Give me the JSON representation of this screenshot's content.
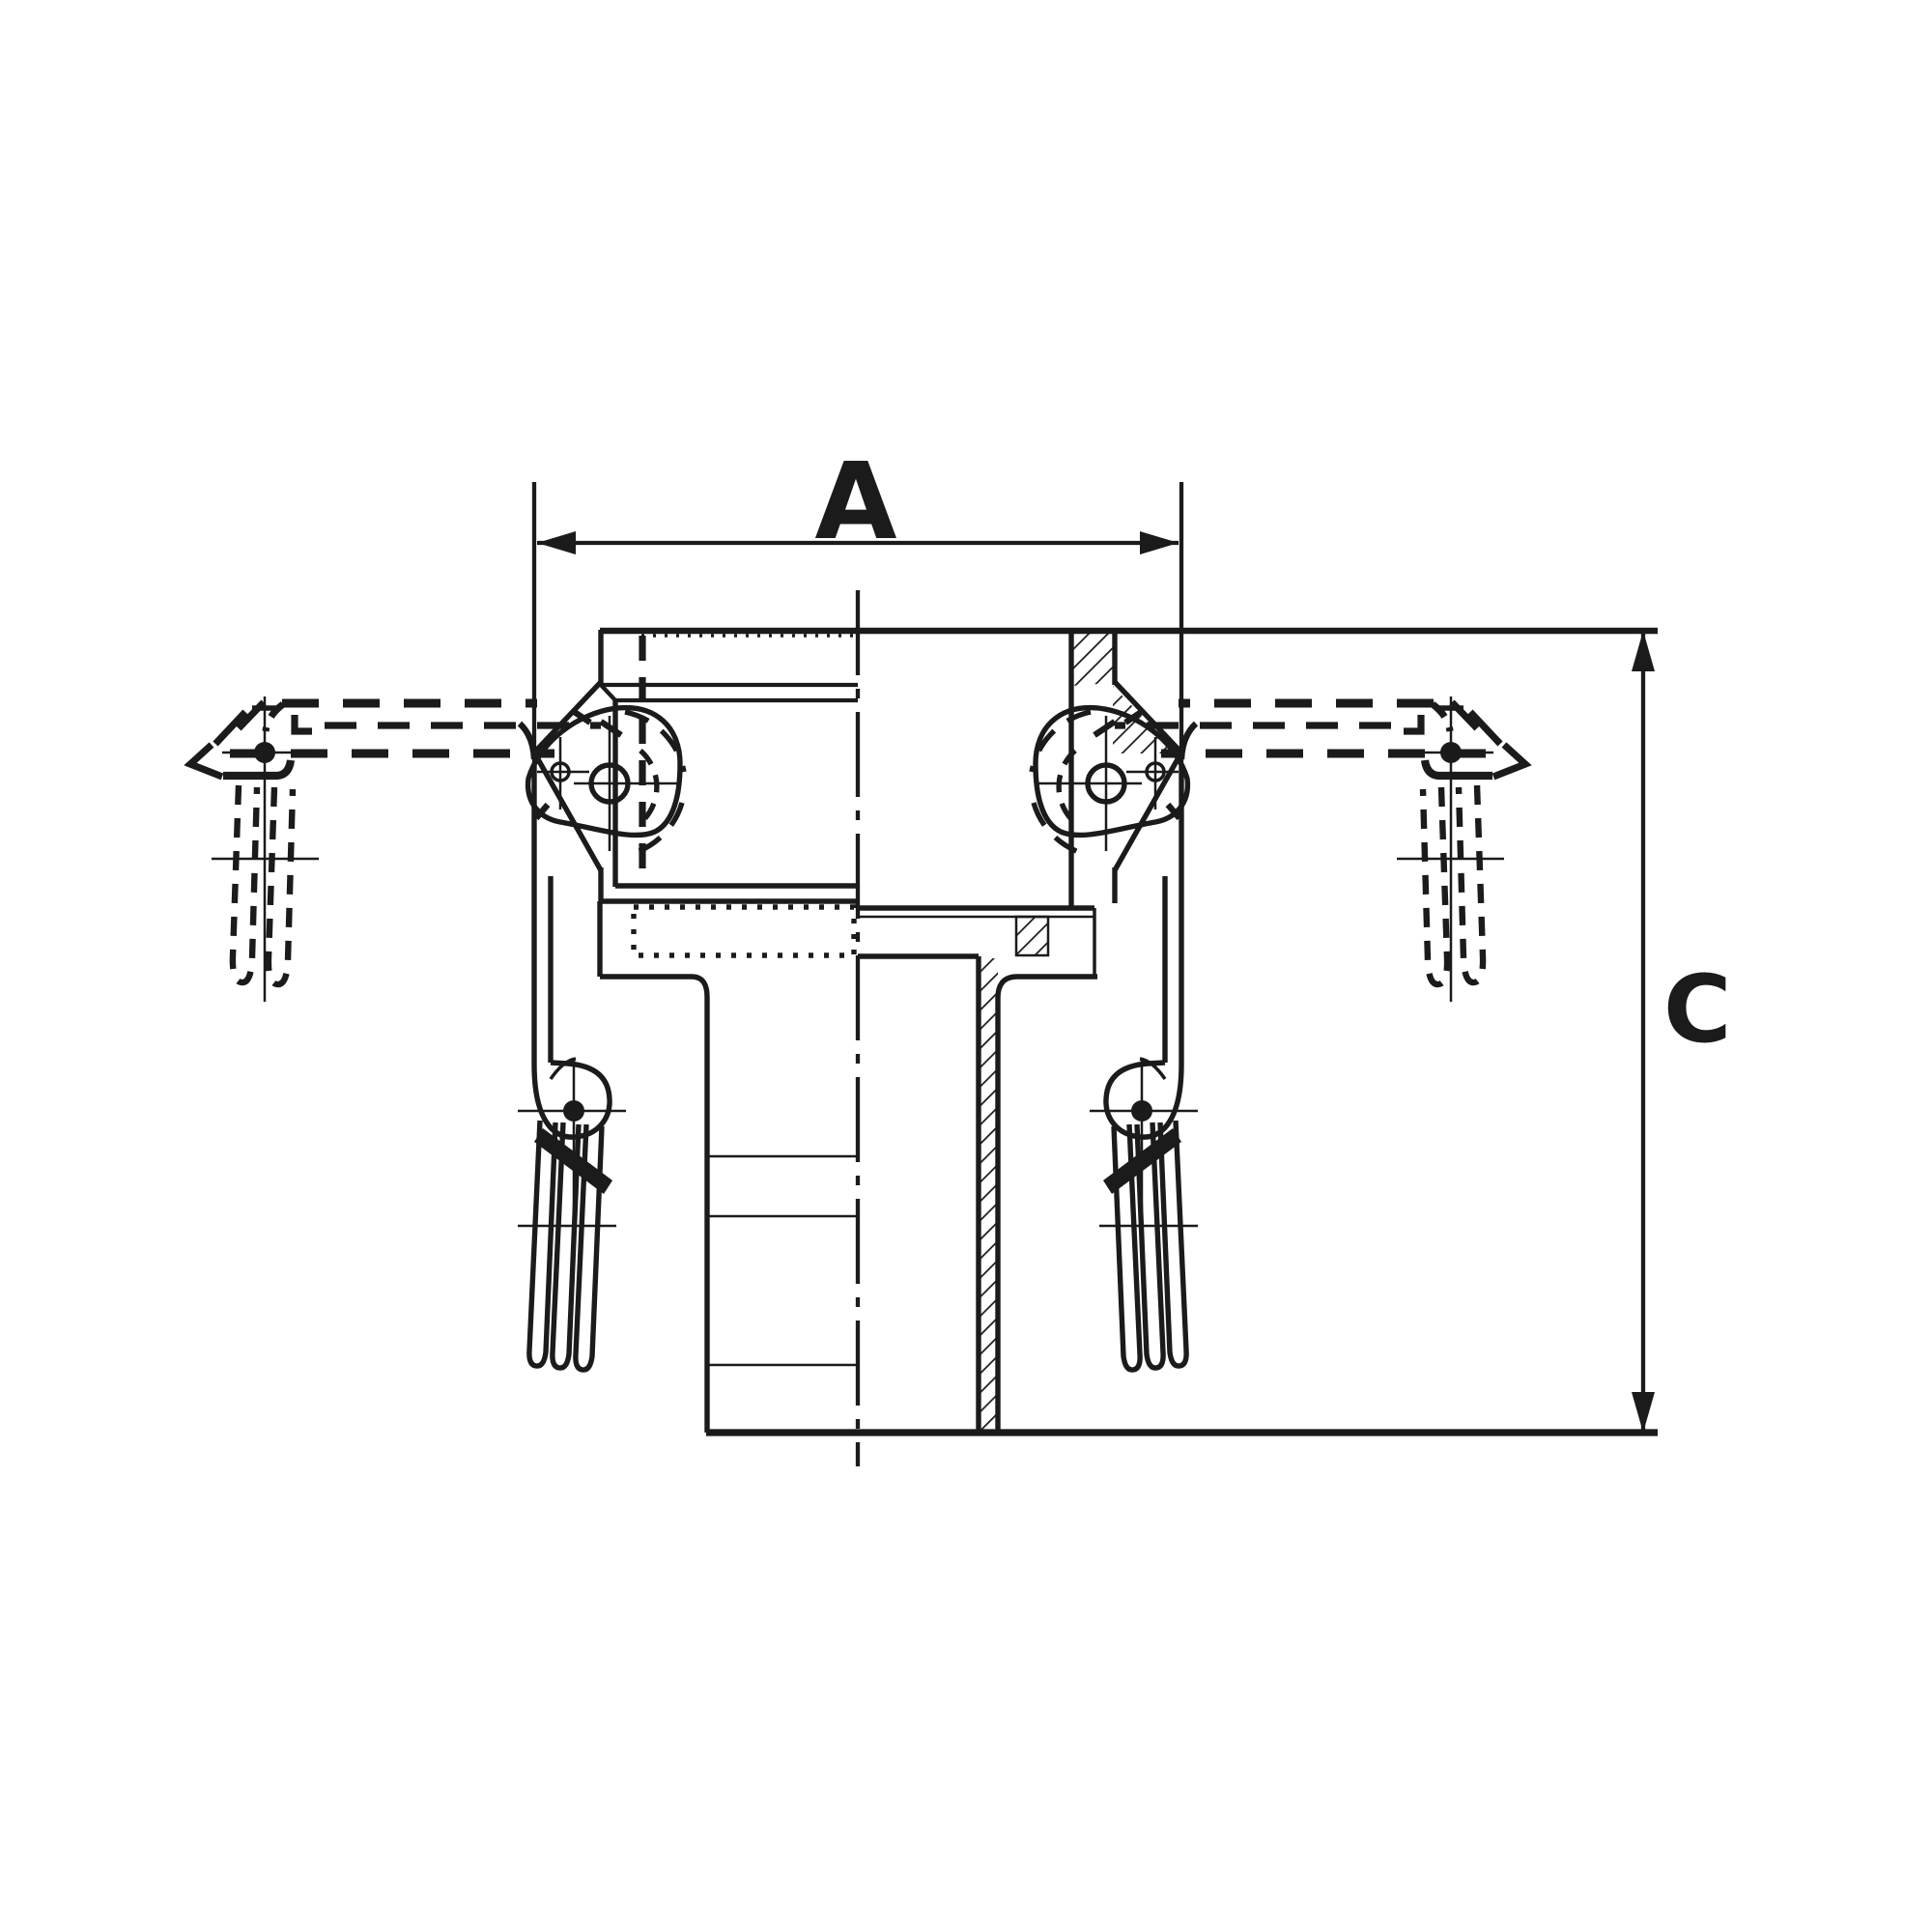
{
  "drawing": {
    "subject": "camlock-hose-coupler-half-section",
    "description": "engineering line drawing of a cam-and-groove coupler with hose shank, cam arms shown closed (solid) and open (dashed), with safety pins and pull rings",
    "labels": {
      "width_dimension": "A",
      "height_dimension": "C"
    },
    "colors": {
      "ink": "#1b1b1b",
      "background": "#ffffff"
    }
  }
}
